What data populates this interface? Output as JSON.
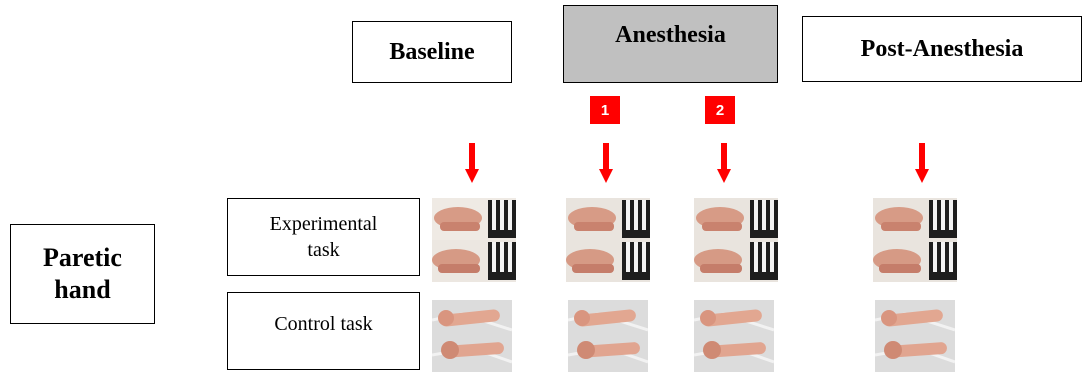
{
  "phases": [
    {
      "label": "Baseline",
      "highlight": false
    },
    {
      "label": "Anesthesia",
      "highlight": true
    },
    {
      "label": "Post-Anesthesia",
      "highlight": false
    }
  ],
  "badges": [
    "1",
    "2"
  ],
  "hand_label": "Paretic hand",
  "tasks": {
    "experimental": "Experimental task",
    "control": "Control task"
  },
  "colors": {
    "arrow": "#ff0000",
    "badge": "#ff0000",
    "highlight_fill": "#c0c0c0"
  },
  "icons": {
    "arrow": "down-arrow-icon",
    "experimental_thumb": "piano-hand-photo",
    "control_thumb": "arm-fist-photo"
  }
}
